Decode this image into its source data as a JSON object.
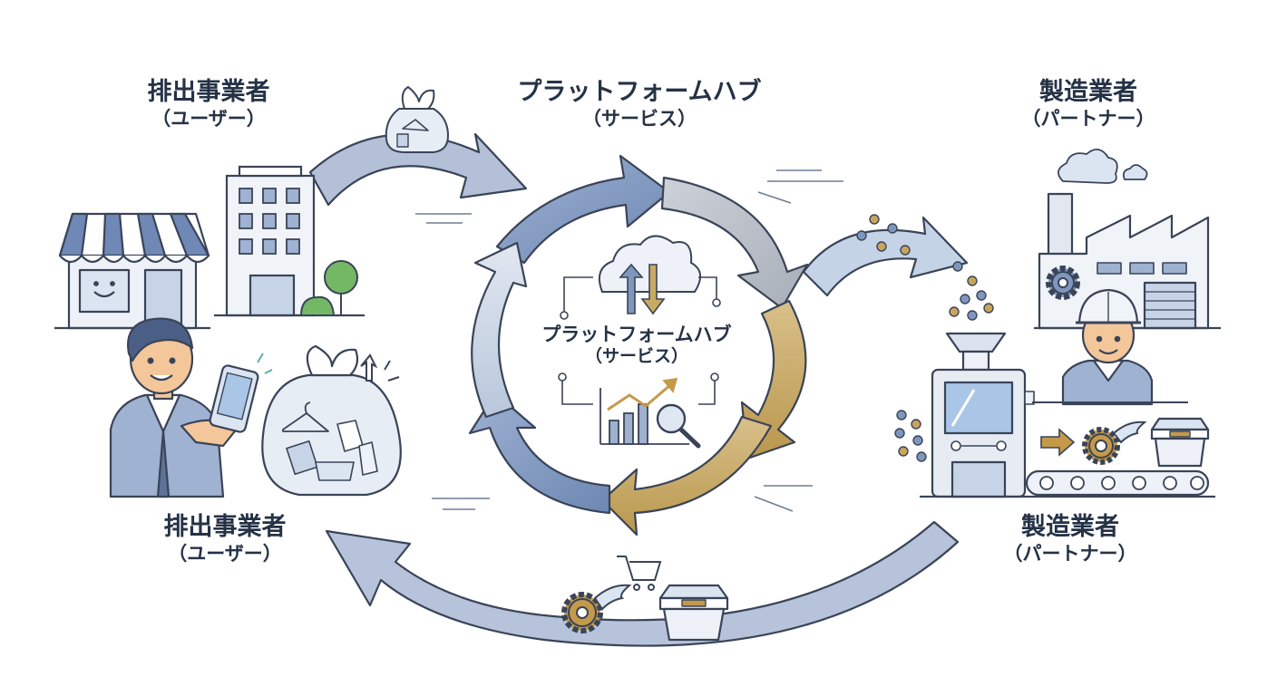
{
  "diagram": {
    "top_left_label": {
      "title": "排出事業者",
      "subtitle": "（ユーザー）"
    },
    "top_center_label": {
      "title": "プラットフォームハブ",
      "subtitle": "（サービス）"
    },
    "top_right_label": {
      "title": "製造業者",
      "subtitle": "（パートナー）"
    },
    "hub_label": {
      "title": "プラットフォームハブ",
      "subtitle": "（サービス）"
    },
    "bottom_left_label": {
      "title": "排出事業者",
      "subtitle": "（ユーザー）"
    },
    "bottom_right_label": {
      "title": "製造業者",
      "subtitle": "（パートナー）"
    },
    "colors": {
      "outline": "#3a4458",
      "arrow_blue": "#7f97bd",
      "arrow_gray": "#b3b9c4",
      "arrow_gold": "#c8aa63",
      "arrow_pale": "#c6d2e4",
      "flow_arrow": "#aab8d2",
      "gear_gold": "#c49a4a",
      "granule_blue": "#7f97bd",
      "granule_gold": "#c9a45c"
    },
    "icons": [
      "storefront-icon",
      "office-building-icon",
      "tree-icon",
      "man-with-phone-icon",
      "waste-bag-icon",
      "recycle-spark-icon",
      "cloud-sync-icon",
      "growth-chart-icon",
      "magnifier-icon",
      "factory-icon",
      "cloud-smoke-icon",
      "worker-helmet-icon",
      "hopper-machine-icon",
      "conveyor-belt-icon",
      "winged-gear-icon",
      "plastic-container-icon",
      "shopping-cart-icon",
      "granules-icon"
    ]
  }
}
